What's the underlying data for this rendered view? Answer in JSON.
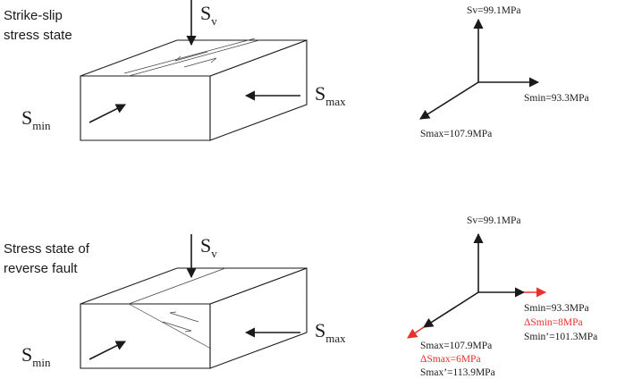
{
  "panels": [
    {
      "title_line1": "Strike-slip",
      "title_line2": "stress state",
      "sv_letter": "S",
      "sv_sub": "v",
      "smax_letter": "S",
      "smax_sub": "max",
      "smin_letter": "S",
      "smin_sub": "min"
    },
    {
      "title_line1": "Stress state of",
      "title_line2": "reverse fault",
      "sv_letter": "S",
      "sv_sub": "v",
      "smax_letter": "S",
      "smax_sub": "max",
      "smin_letter": "S",
      "smin_sub": "min"
    }
  ],
  "axes": [
    {
      "sv_label": "Sv=99.1MPa",
      "smin_label": "Smin=93.3MPa",
      "smax_label": "Smax=107.9MPa"
    },
    {
      "sv_label": "Sv=99.1MPa",
      "smin_label": "Smin=93.3MPa",
      "dsmin_label": "ΔSmin=8MPa",
      "smin_prime_label": "Smin’=101.3MPa",
      "smax_label": "Smax=107.9MPa",
      "dsmax_label": "ΔSmax=6MPa",
      "smax_prime_label": "Smax’=113.9MPa"
    }
  ],
  "colors": {
    "ink": "#1a1a1a",
    "increment": "#e8302c"
  }
}
